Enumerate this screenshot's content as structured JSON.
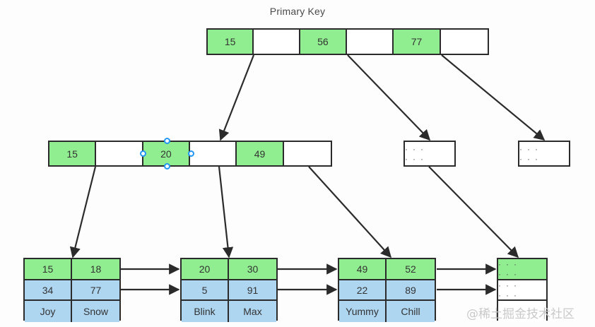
{
  "title": "Primary Key",
  "colors": {
    "key_green": "#90ee90",
    "value_blue": "#aed6f1",
    "border": "#2b2b2b",
    "selection": "#2196f3",
    "background": "#fdfdfd"
  },
  "dots": "···  ···",
  "root": {
    "cells": [
      {
        "text": "15",
        "filled": true
      },
      {
        "text": "",
        "filled": false
      },
      {
        "text": "56",
        "filled": true
      },
      {
        "text": "",
        "filled": false
      },
      {
        "text": "77",
        "filled": true
      },
      {
        "text": "",
        "filled": false
      }
    ]
  },
  "internal": {
    "cells": [
      {
        "text": "15",
        "filled": true
      },
      {
        "text": "",
        "filled": false
      },
      {
        "text": "20",
        "filled": true,
        "selected": true
      },
      {
        "text": "",
        "filled": false
      },
      {
        "text": "49",
        "filled": true
      },
      {
        "text": "",
        "filled": false
      }
    ]
  },
  "stubs": [
    {
      "text": "···  ···"
    },
    {
      "text": "···  ···"
    }
  ],
  "leaves": [
    {
      "rows": [
        {
          "style": "green",
          "cells": [
            "15",
            "18"
          ]
        },
        {
          "style": "blue",
          "cells": [
            "34",
            "77"
          ]
        },
        {
          "style": "blue",
          "cells": [
            "Joy",
            "Snow"
          ]
        }
      ]
    },
    {
      "rows": [
        {
          "style": "green",
          "cells": [
            "20",
            "30"
          ]
        },
        {
          "style": "blue",
          "cells": [
            "5",
            "91"
          ]
        },
        {
          "style": "blue",
          "cells": [
            "Blink",
            "Max"
          ]
        }
      ]
    },
    {
      "rows": [
        {
          "style": "green",
          "cells": [
            "49",
            "52"
          ]
        },
        {
          "style": "blue",
          "cells": [
            "22",
            "89"
          ]
        },
        {
          "style": "blue",
          "cells": [
            "Yummy",
            "Chill"
          ]
        }
      ]
    },
    {
      "rows": [
        {
          "style": "green",
          "cells": [
            "···  ···"
          ]
        },
        {
          "style": "white",
          "cells": [
            "···  ···"
          ]
        },
        {
          "style": "white",
          "cells": [
            ""
          ]
        }
      ]
    }
  ],
  "watermark": "@稀土掘金技术社区"
}
